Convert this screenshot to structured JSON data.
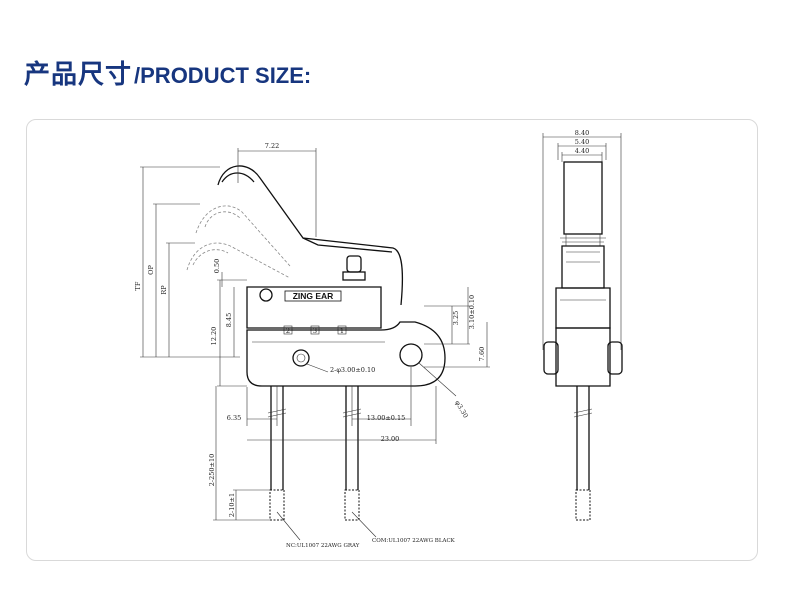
{
  "header": {
    "title_cn": "产品尺寸",
    "title_en": "/PRODUCT SIZE:"
  },
  "colors": {
    "title": "#17367f",
    "panel_border": "#d9d9d9",
    "line": "#111111"
  },
  "drawing": {
    "brand": "ZING EAR",
    "pins": [
      "2",
      "3",
      "1"
    ],
    "dims": {
      "lever_len": "7.22",
      "plunger_off": "0.50",
      "body_h": "8.45",
      "overall_h": "12.20",
      "h_top": "TF",
      "h_op": "OP",
      "h_rp": "RP",
      "right_h1": "3.25",
      "right_h2": "3.10±0.10",
      "right_h3": "7.60",
      "hole_small": "2-φ3.00±0.10",
      "hole_large": "φ3.30",
      "pitch_left": "6.35",
      "pitch_mid": "13.00±0.15",
      "width_total": "23.00",
      "wire_len": "2-250±10",
      "strip_len": "2-10±1",
      "side_w1": "8.40",
      "side_w2": "5.40",
      "side_w3": "4.40"
    },
    "notes": {
      "nc": "NC:UL1007 22AWG GRAY",
      "com": "COM:UL1007 22AWG BLACK"
    }
  }
}
